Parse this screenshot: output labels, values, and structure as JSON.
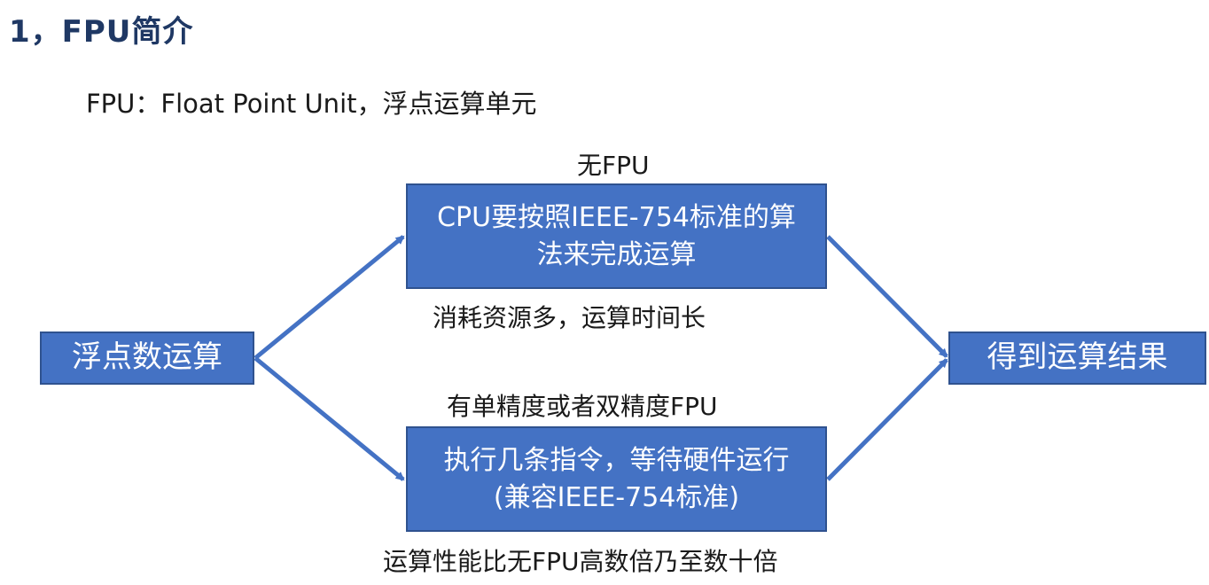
{
  "heading": "1，FPU简介",
  "subtitle": "FPU：Float Point Unit，浮点运算单元",
  "nodes": {
    "start": "浮点数运算",
    "top_box": {
      "line1": "CPU要按照IEEE-754标准的算",
      "line2": "法来完成运算"
    },
    "bottom_box": {
      "line1": "执行几条指令，等待硬件运行",
      "line2": "(兼容IEEE-754标准)"
    },
    "result": "得到运算结果"
  },
  "labels": {
    "top_above": "无FPU",
    "top_below": "消耗资源多，运算时间长",
    "bottom_above": "有单精度或者双精度FPU",
    "bottom_below": "运算性能比无FPU高数倍乃至数十倍"
  },
  "colors": {
    "box_fill": "#4472c4",
    "box_border": "#2f528f",
    "arrow": "#4472c4",
    "heading": "#1f3864"
  }
}
